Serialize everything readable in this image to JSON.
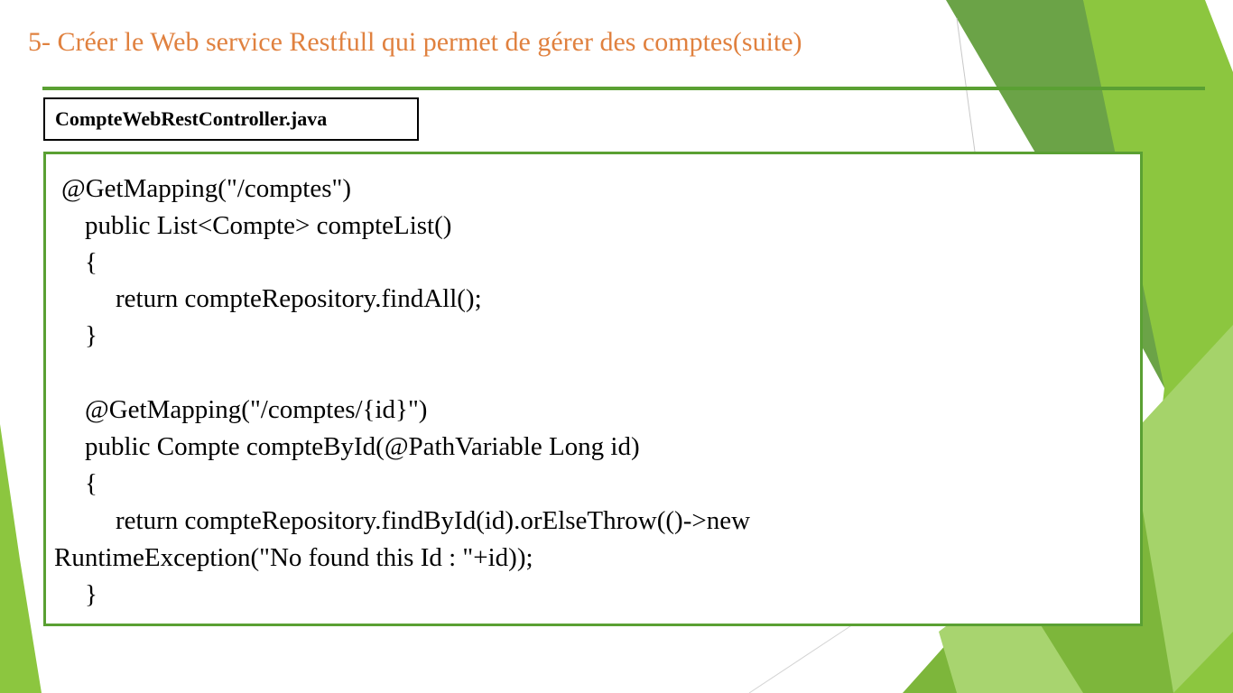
{
  "slide": {
    "title": "5- Créer le Web service Restfull qui permet de gérer des comptes(suite)",
    "filename": "CompteWebRestController.java",
    "code_lines": [
      "@GetMapping(\"/comptes\")",
      "public List<Compte> compteList()",
      "{",
      "return compteRepository.findAll();",
      "}",
      "@GetMapping(\"/comptes/{id}\")",
      "public Compte compteById(@PathVariable Long id)",
      "{",
      "return compteRepository.findById(id).orElseThrow(()->new",
      "RuntimeException(\"No found this Id : \"+id));",
      "}"
    ]
  },
  "colors": {
    "title": "#E0813F",
    "accent_green": "#5AA033",
    "light_green": "#8CC63F",
    "dark_green": "#4E8A2E"
  }
}
